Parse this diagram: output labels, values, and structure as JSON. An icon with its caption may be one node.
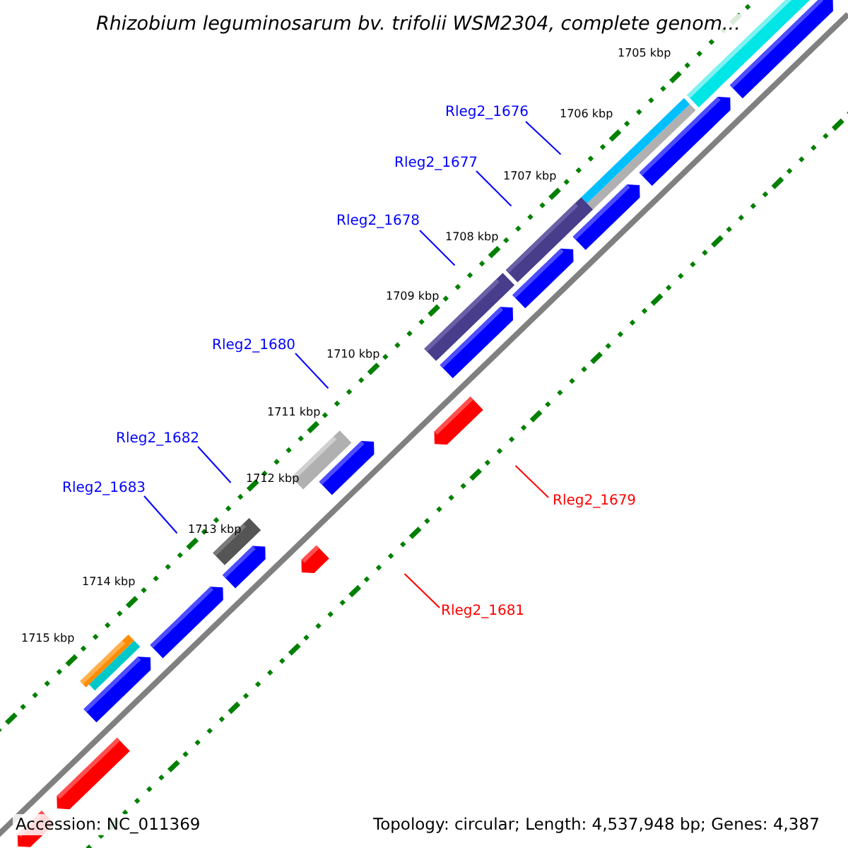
{
  "diagram": {
    "title": "Rhizobium leguminosarum bv. trifolii WSM2304, complete genom...",
    "nodes": [
      {
        "text": [
          "Rleg2_1676"
        ]
      },
      {
        "text": [
          "Rleg2_1677"
        ]
      },
      {
        "text": [
          "Rleg2_1678"
        ]
      },
      {
        "text": [
          "Rleg2_1680"
        ]
      },
      {
        "text": [
          "Rleg2_1682"
        ]
      },
      {
        "text": [
          "Rleg2_1683"
        ]
      },
      {
        "text": [
          "Rleg2_1679"
        ]
      },
      {
        "text": [
          "Rleg2_1681"
        ]
      }
    ],
    "edges": [
      {
        "from": 0,
        "to": null,
        "arrow": "none"
      },
      {
        "from": 1,
        "to": null,
        "arrow": "none"
      },
      {
        "from": 2,
        "to": null,
        "arrow": "none"
      },
      {
        "from": 3,
        "to": null,
        "arrow": "none"
      },
      {
        "from": 4,
        "to": null,
        "arrow": "none"
      },
      {
        "from": 5,
        "to": null,
        "arrow": "none"
      },
      {
        "from": 6,
        "to": null,
        "arrow": "none",
        "color": "#ff0000"
      },
      {
        "from": 7,
        "to": null,
        "arrow": "none",
        "color": "#ff0000"
      }
    ],
    "labels": [
      "1705 kbp",
      "1706 kbp",
      "1707 kbp",
      "1708 kbp",
      "1709 kbp",
      "1710 kbp",
      "1711 kbp",
      "1712 kbp",
      "1713 kbp",
      "1714 kbp",
      "1715 kbp",
      "Accession: NC_011369",
      "Topology: circular; Length: 4,537,948 bp; Genes: 4,387"
    ]
  }
}
